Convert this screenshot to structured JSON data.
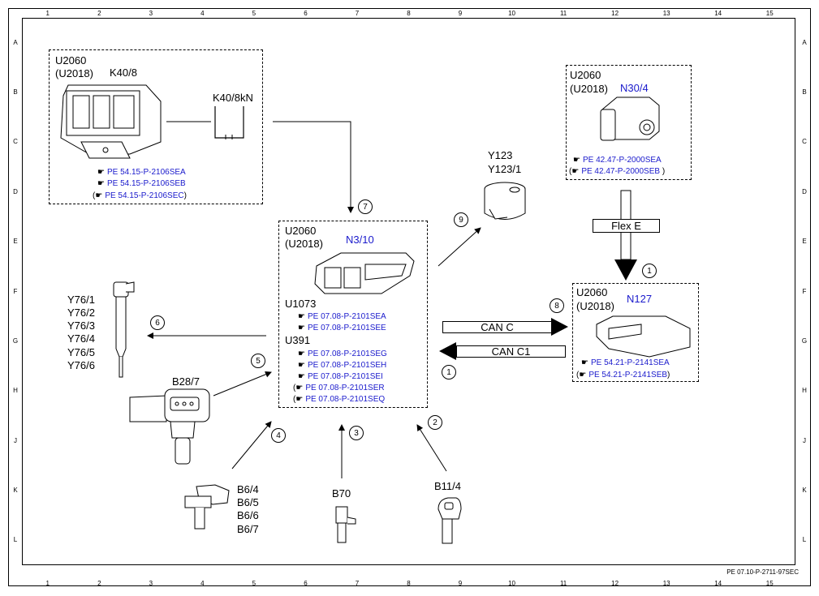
{
  "grid": {
    "columns": [
      "1",
      "2",
      "3",
      "4",
      "5",
      "6",
      "7",
      "8",
      "9",
      "10",
      "11",
      "12",
      "13",
      "14",
      "15"
    ],
    "rows": [
      "A",
      "B",
      "C",
      "D",
      "E",
      "F",
      "G",
      "H",
      "J",
      "K",
      "L"
    ]
  },
  "footer": "PE 07.10-P-2711-97SEC",
  "k40": {
    "model": "U2060",
    "model2": "(U2018)",
    "code": "K40/8",
    "relay": "K40/8kN",
    "refs": [
      "PE 54.15-P-2106SEA",
      "PE 54.15-P-2106SEB",
      "PE 54.15-P-2106SEC"
    ]
  },
  "n30": {
    "model": "U2060",
    "model2": "(U2018)",
    "code": "N30/4",
    "refs": [
      "PE 42.47-P-2000SEA",
      "PE 42.47-P-2000SEB"
    ]
  },
  "y123": {
    "line1": "Y123",
    "line2": "Y123/1"
  },
  "flex": "Flex E",
  "n3": {
    "model": "U2060",
    "model2": "(U2018)",
    "code": "N3/10",
    "u1073": "U1073",
    "u391": "U391",
    "refs_a": [
      "PE 07.08-P-2101SEA",
      "PE 07.08-P-2101SEE"
    ],
    "refs_b": [
      "PE 07.08-P-2101SEG",
      "PE 07.08-P-2101SEH",
      "PE 07.08-P-2101SEI",
      "PE 07.08-P-2101SER",
      "PE 07.08-P-2101SEQ"
    ]
  },
  "n127": {
    "model": "U2060",
    "model2": "(U2018)",
    "code": "N127",
    "refs": [
      "PE 54.21-P-2141SEA",
      "PE 54.21-P-2141SEB"
    ]
  },
  "can": {
    "c": "CAN C",
    "c1": "CAN C1"
  },
  "y76": [
    "Y76/1",
    "Y76/2",
    "Y76/3",
    "Y76/4",
    "Y76/5",
    "Y76/6"
  ],
  "b28": "B28/7",
  "b6": [
    "B6/4",
    "B6/5",
    "B6/6",
    "B6/7"
  ],
  "b70": "B70",
  "b11": "B11/4",
  "markers": {
    "m1": "1",
    "m1b": "1",
    "m2": "2",
    "m3": "3",
    "m4": "4",
    "m5": "5",
    "m6": "6",
    "m7": "7",
    "m8": "8",
    "m9": "9"
  }
}
